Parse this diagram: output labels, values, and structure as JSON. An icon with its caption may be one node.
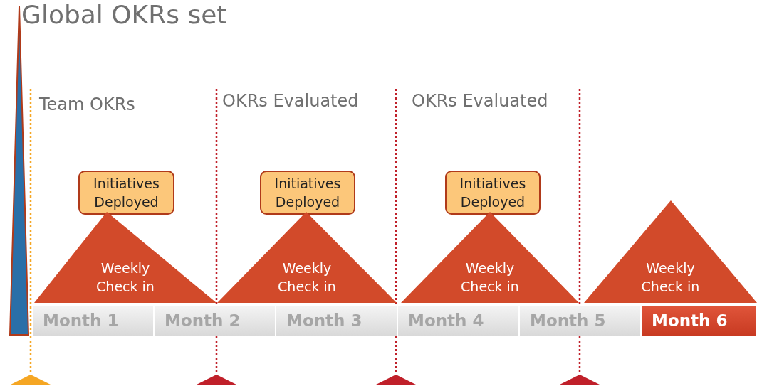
{
  "diagram": {
    "nodes": [
      {
        "text": [],
        "shape": "triangle"
      },
      {
        "text": [
          "Initiatives Deployed"
        ]
      },
      {
        "text": [
          "Initiatives Deployed"
        ]
      },
      {
        "text": [
          "Initiatives Deployed"
        ]
      },
      {
        "text": [
          "Weekly Check in"
        ]
      },
      {
        "text": [
          "Weekly Check in"
        ]
      },
      {
        "text": [
          "Weekly Check in"
        ]
      },
      {
        "text": [
          "Weekly Check in"
        ]
      },
      {
        "text": [
          "Month 1"
        ]
      },
      {
        "text": [
          "Month 2"
        ]
      },
      {
        "text": [
          "Month 3"
        ]
      },
      {
        "text": [
          "Month 4"
        ]
      },
      {
        "text": [
          "Month 5"
        ]
      },
      {
        "text": [
          "Month 6"
        ]
      }
    ],
    "labels": [
      "Global OKRs set",
      "Team OKRs",
      "OKRs Evaluated",
      "OKRs Evaluated"
    ]
  }
}
